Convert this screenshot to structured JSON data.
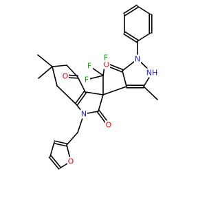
{
  "colors": {
    "bond": "#000000",
    "O": "#e00000",
    "N": "#2020ff",
    "F": "#00b000",
    "background": "#ffffff"
  },
  "labels": {
    "o_ketone": "O",
    "o_lactam": "O",
    "o_furan": "O",
    "o_pyrazolone": "O",
    "n_indole": "N",
    "n_pyrazole_ph": "N",
    "nh_pyrazole": "NH",
    "f1": "F",
    "f2": "F",
    "f3": "F"
  }
}
